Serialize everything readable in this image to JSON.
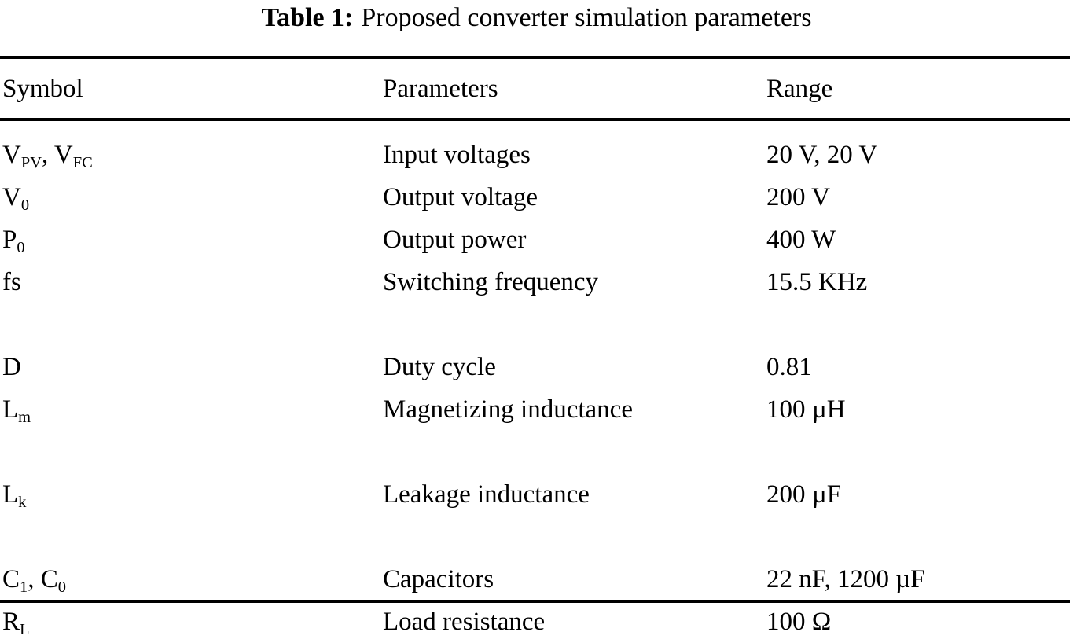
{
  "caption": {
    "label": "Table 1:",
    "text": "Proposed converter simulation parameters"
  },
  "table": {
    "columns": [
      "Symbol",
      "Parameters",
      "Range"
    ],
    "rows": [
      {
        "symbol": "V_PV, V_FC",
        "symbol_parts": [
          {
            "base": "V",
            "sub": "PV"
          },
          {
            "base": ", V",
            "sub": "FC"
          }
        ],
        "parameter": "Input voltages",
        "range": "20 V, 20 V"
      },
      {
        "symbol": "V_0",
        "symbol_parts": [
          {
            "base": "V",
            "sub": "0"
          }
        ],
        "parameter": "Output voltage",
        "range": "200 V"
      },
      {
        "symbol": "P_0",
        "symbol_parts": [
          {
            "base": "P",
            "sub": "0"
          }
        ],
        "parameter": "Output power",
        "range": "400 W"
      },
      {
        "symbol": "fs",
        "symbol_parts": [
          {
            "base": "fs",
            "sub": ""
          }
        ],
        "parameter": "Switching frequency",
        "range": "15.5 KHz"
      },
      {
        "symbol": "D",
        "symbol_parts": [
          {
            "base": "D",
            "sub": ""
          }
        ],
        "parameter": "Duty cycle",
        "range": "0.81"
      },
      {
        "symbol": "L_m",
        "symbol_parts": [
          {
            "base": "L",
            "sub": "m"
          }
        ],
        "parameter": "Magnetizing inductance",
        "range": "100 µH"
      },
      {
        "symbol": "L_k",
        "symbol_parts": [
          {
            "base": "L",
            "sub": "k"
          }
        ],
        "parameter": "Leakage inductance",
        "range": "200 µF"
      },
      {
        "symbol": "C_1, C_0",
        "symbol_parts": [
          {
            "base": "C",
            "sub": "1"
          },
          {
            "base": ", C",
            "sub": "0"
          }
        ],
        "parameter": "Capacitors",
        "range": "22 nF, 1200 µF"
      },
      {
        "symbol": "R_L",
        "symbol_parts": [
          {
            "base": "R",
            "sub": "L"
          }
        ],
        "parameter": "Load resistance",
        "range": "100 Ω"
      }
    ]
  },
  "colors": {
    "text": "#000000",
    "background": "#ffffff",
    "rule": "#000000"
  }
}
